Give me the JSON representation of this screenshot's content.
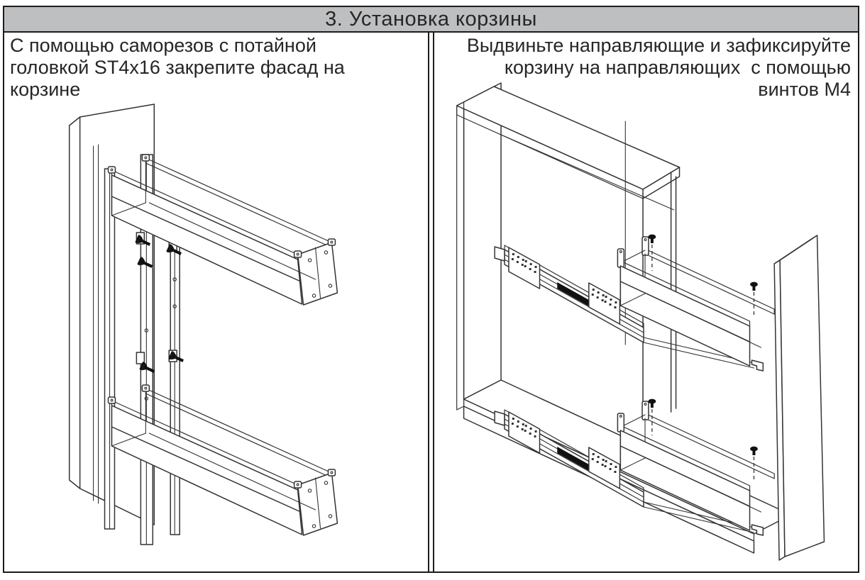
{
  "header": {
    "title": "3. Установка корзины"
  },
  "panels": {
    "left": {
      "instruction_lines": [
        "С помощью саморезов с потайной",
        "головкой ST4x16 закрепите фасад на",
        "корзине"
      ]
    },
    "right": {
      "instruction_lines": [
        "Выдвиньте направляющие и зафиксируйте",
        "корзину на направляющих  с помощью",
        "винтов М4"
      ]
    }
  },
  "colors": {
    "header_bg": "#bdbfc1",
    "frame_border": "#1c1c1c",
    "line": "#333333",
    "text": "#262626",
    "screw": "#111111",
    "hatch": "#555555"
  }
}
